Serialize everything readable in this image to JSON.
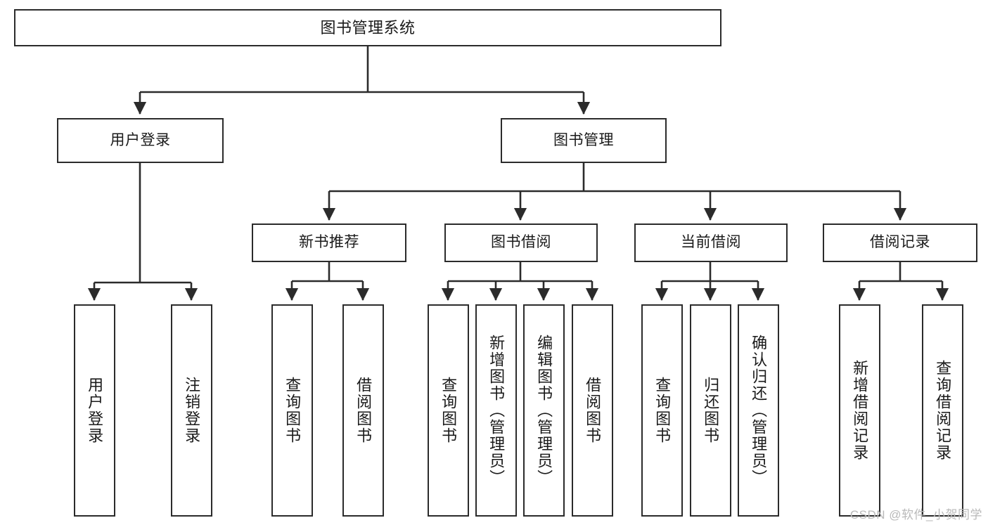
{
  "diagram": {
    "type": "hierarchy-tree",
    "title": "图书管理系统",
    "levels": 4,
    "root": {
      "id": "root",
      "label": "图书管理系统"
    },
    "level2": [
      {
        "id": "user-login",
        "label": "用户登录"
      },
      {
        "id": "book-manage",
        "label": "图书管理"
      }
    ],
    "level3": [
      {
        "id": "new-book-rec",
        "label": "新书推荐",
        "parent": "book-manage"
      },
      {
        "id": "book-borrow",
        "label": "图书借阅",
        "parent": "book-manage"
      },
      {
        "id": "current-borrow",
        "label": "当前借阅",
        "parent": "book-manage"
      },
      {
        "id": "borrow-record",
        "label": "借阅记录",
        "parent": "book-manage"
      }
    ],
    "leaves": [
      {
        "id": "leaf-user-login",
        "label": "用户登录",
        "parent": "user-login"
      },
      {
        "id": "leaf-logout",
        "label": "注销登录",
        "parent": "user-login"
      },
      {
        "id": "leaf-query-book-1",
        "label": "查询图书",
        "parent": "new-book-rec"
      },
      {
        "id": "leaf-borrow-book-1",
        "label": "借阅图书",
        "parent": "new-book-rec"
      },
      {
        "id": "leaf-query-book-2",
        "label": "查询图书",
        "parent": "book-borrow"
      },
      {
        "id": "leaf-add-book",
        "label": "新增图书（管理员）",
        "parent": "book-borrow"
      },
      {
        "id": "leaf-edit-book",
        "label": "编辑图书（管理员）",
        "parent": "book-borrow"
      },
      {
        "id": "leaf-borrow-book-2",
        "label": "借阅图书",
        "parent": "book-borrow"
      },
      {
        "id": "leaf-query-book-3",
        "label": "查询图书",
        "parent": "current-borrow"
      },
      {
        "id": "leaf-return-book",
        "label": "归还图书",
        "parent": "current-borrow"
      },
      {
        "id": "leaf-confirm-return",
        "label": "确认归还（管理员）",
        "parent": "current-borrow"
      },
      {
        "id": "leaf-add-record",
        "label": "新增借阅记录",
        "parent": "borrow-record"
      },
      {
        "id": "leaf-query-record",
        "label": "查询借阅记录",
        "parent": "borrow-record"
      }
    ],
    "colors": {
      "box_border": "#2b2b2b",
      "box_fill": "#ffffff",
      "connector": "#2b2b2b",
      "text": "#1a1a1a",
      "watermark": "#b9b9b9",
      "background": "#ffffff"
    }
  },
  "watermark": {
    "text": "CSDN @软件_小贺同学"
  }
}
